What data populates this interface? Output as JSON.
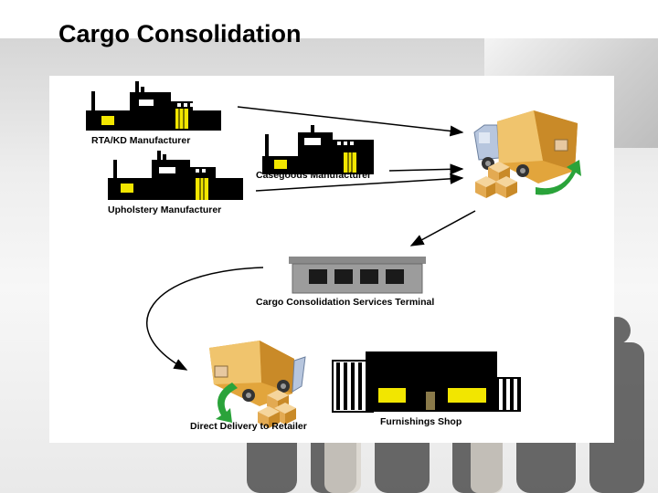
{
  "slide": {
    "title": "Cargo Consolidation"
  },
  "diagram": {
    "labels": {
      "rta_kd": "RTA/KD Manufacturer",
      "casegoods": "Casegoods Manufacturer",
      "upholstery": "Upholstery Manufacturer",
      "terminal": "Cargo Consolidation Services Terminal",
      "delivery": "Direct Delivery to Retailer",
      "shop": "Furnishings Shop"
    },
    "icons": [
      "factory-icon",
      "truck-icon",
      "box-icon",
      "warehouse-icon",
      "shop-icon",
      "curved-arrow-icon"
    ],
    "colors": {
      "building": "#000000",
      "window": "#f2e600",
      "truck_box": "#e2a53c",
      "truck_cab": "#b7c6de",
      "terminal_roof": "#8a8a8a",
      "green_arrow": "#2aa33a"
    }
  }
}
